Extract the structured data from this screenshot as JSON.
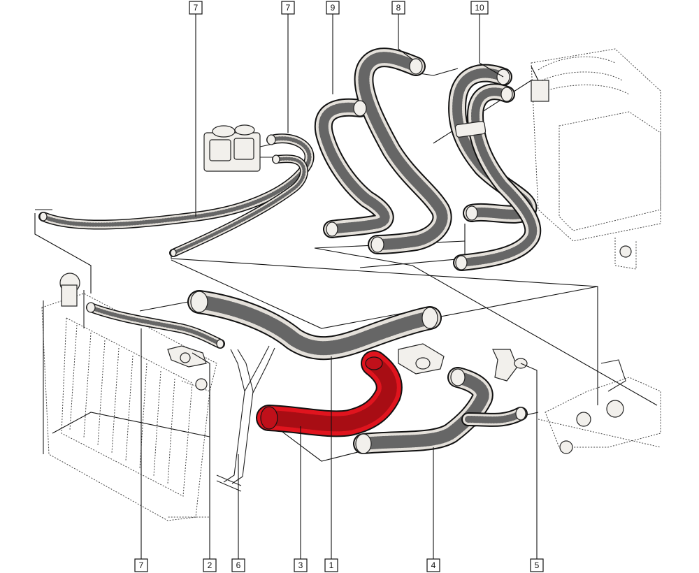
{
  "callouts": {
    "top": [
      {
        "label": "7"
      },
      {
        "label": "7"
      },
      {
        "label": "9"
      },
      {
        "label": "8"
      },
      {
        "label": "10"
      }
    ],
    "bottom": [
      {
        "label": "7"
      },
      {
        "label": "2"
      },
      {
        "label": "6"
      },
      {
        "label": "3"
      },
      {
        "label": "1"
      },
      {
        "label": "4"
      },
      {
        "label": "5"
      }
    ]
  },
  "highlight": {
    "part": "3",
    "color": "#e0141e"
  },
  "colors": {
    "line": "#111111",
    "hose_fill": "#e4e0da",
    "background": "#ffffff"
  }
}
